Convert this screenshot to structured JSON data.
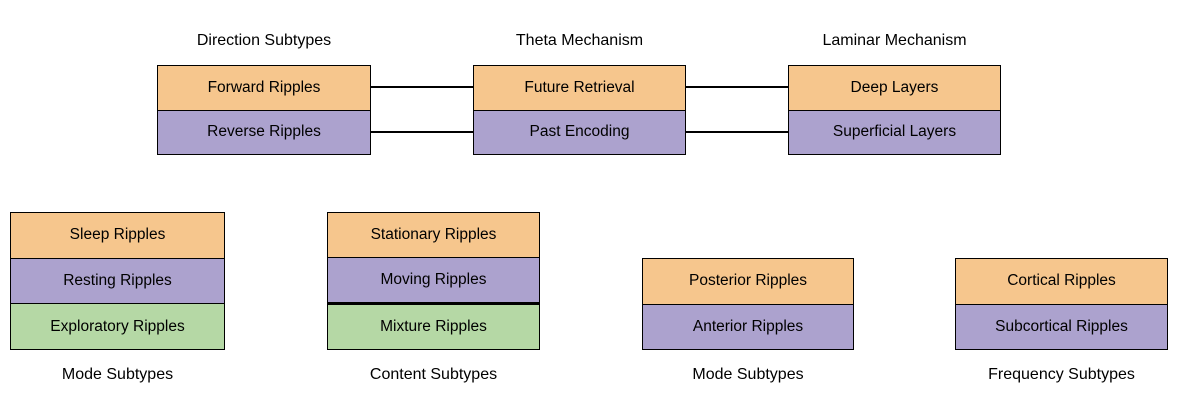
{
  "colors": {
    "orange": "#F6C68D",
    "purple": "#ACA2CE",
    "green": "#B5D8A5",
    "border": "#000000",
    "background": "#FFFFFF",
    "text": "#000000"
  },
  "top_groups": [
    {
      "title": "Direction Subtypes",
      "boxes": [
        {
          "label": "Forward Ripples",
          "color": "orange"
        },
        {
          "label": "Reverse Ripples",
          "color": "purple"
        }
      ]
    },
    {
      "title": "Theta Mechanism",
      "boxes": [
        {
          "label": "Future Retrieval",
          "color": "orange"
        },
        {
          "label": "Past Encoding",
          "color": "purple"
        }
      ]
    },
    {
      "title": "Laminar Mechanism",
      "boxes": [
        {
          "label": "Deep Layers",
          "color": "orange"
        },
        {
          "label": "Superficial Layers",
          "color": "purple"
        }
      ]
    }
  ],
  "bottom_groups": [
    {
      "title": "Mode Subtypes",
      "boxes": [
        {
          "label": "Sleep Ripples",
          "color": "orange"
        },
        {
          "label": "Resting Ripples",
          "color": "purple"
        },
        {
          "label": "Exploratory Ripples",
          "color": "green"
        }
      ]
    },
    {
      "title": "Content Subtypes",
      "boxes": [
        {
          "label": "Stationary Ripples",
          "color": "orange"
        },
        {
          "label": "Moving Ripples",
          "color": "purple"
        },
        {
          "label": "Mixture Ripples",
          "color": "green"
        }
      ]
    },
    {
      "title": "Mode Subtypes",
      "boxes": [
        {
          "label": "Posterior Ripples",
          "color": "orange"
        },
        {
          "label": "Anterior Ripples",
          "color": "purple"
        }
      ]
    },
    {
      "title": "Frequency Subtypes",
      "boxes": [
        {
          "label": "Cortical Ripples",
          "color": "orange"
        },
        {
          "label": "Subcortical Ripples",
          "color": "purple"
        }
      ]
    }
  ]
}
